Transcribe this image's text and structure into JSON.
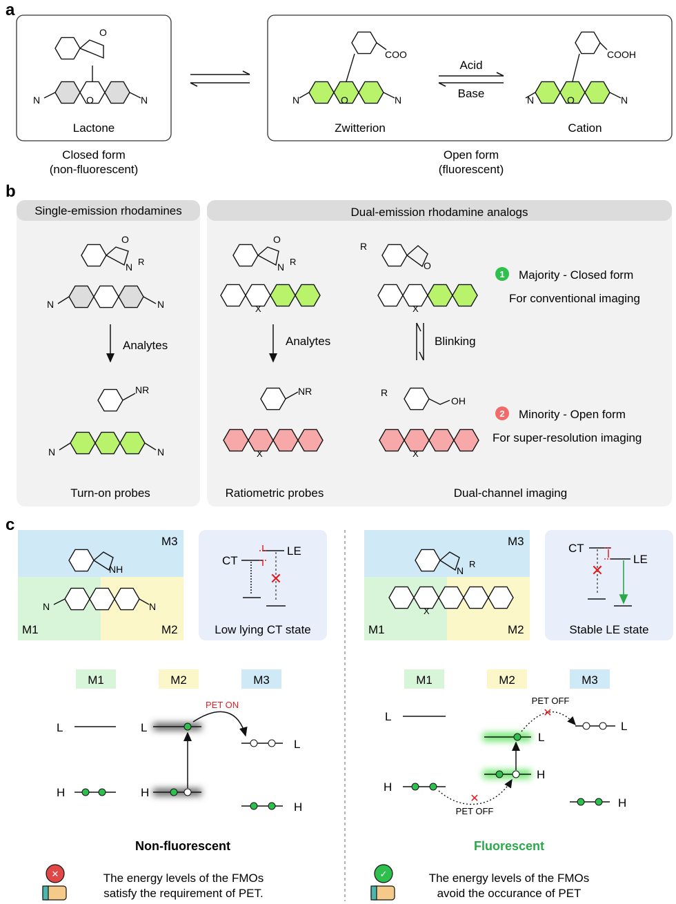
{
  "panel_a": {
    "label": "a",
    "lactone": "Lactone",
    "closed_form_1": "Closed form",
    "closed_form_2": "(non-fluorescent)",
    "zwitterion": "Zwitterion",
    "cation": "Cation",
    "acid": "Acid",
    "base": "Base",
    "open_form_1": "Open form",
    "open_form_2": "(fluorescent)",
    "coo_minus": "COO",
    "cooh": "COOH",
    "o_atom": "O",
    "n_atom": "N"
  },
  "panel_b": {
    "label": "b",
    "single_header": "Single-emission rhodamines",
    "dual_header": "Dual-emission rhodamine analogs",
    "analytes_1": "Analytes",
    "analytes_2": "Analytes",
    "blinking": "Blinking",
    "turn_on": "Turn-on probes",
    "ratiometric": "Ratiometric probes",
    "dual_channel": "Dual-channel imaging",
    "badge_1": "1",
    "badge_2": "2",
    "majority": "Majority - Closed form",
    "conventional": "For conventional imaging",
    "minority": "Minority - Open form",
    "super_res": "For super-resolution imaging",
    "x_atom": "X",
    "nr": "NR",
    "oh": "OH",
    "r1": "R",
    "r": "R"
  },
  "panel_c": {
    "label": "c",
    "m1": "M1",
    "m2": "M2",
    "m3": "M3",
    "nh": "NH",
    "ct": "CT",
    "le": "LE",
    "low_lying": "Low lying CT state",
    "stable_le": "Stable LE state",
    "l": "L",
    "h": "H",
    "pet_on": "PET ON",
    "pet_off": "PET OFF",
    "non_fluorescent": "Non-fluorescent",
    "fluorescent": "Fluorescent",
    "left_caption_1": "The energy levels of the FMOs",
    "left_caption_2": "satisfy the requirement of PET.",
    "right_caption_1": "The energy levels of the FMOs",
    "right_caption_2": "avoid the occurance of PET"
  },
  "colors": {
    "green_fill": "#b9f26b",
    "pink_fill": "#f7a8a8",
    "gray_panel": "#efefef",
    "m1_bg": "#d9f5d9",
    "m2_bg": "#fbf7c9",
    "m3_bg": "#cfe9f7",
    "accent_green": "#2aa84a",
    "red": "#e02020"
  }
}
